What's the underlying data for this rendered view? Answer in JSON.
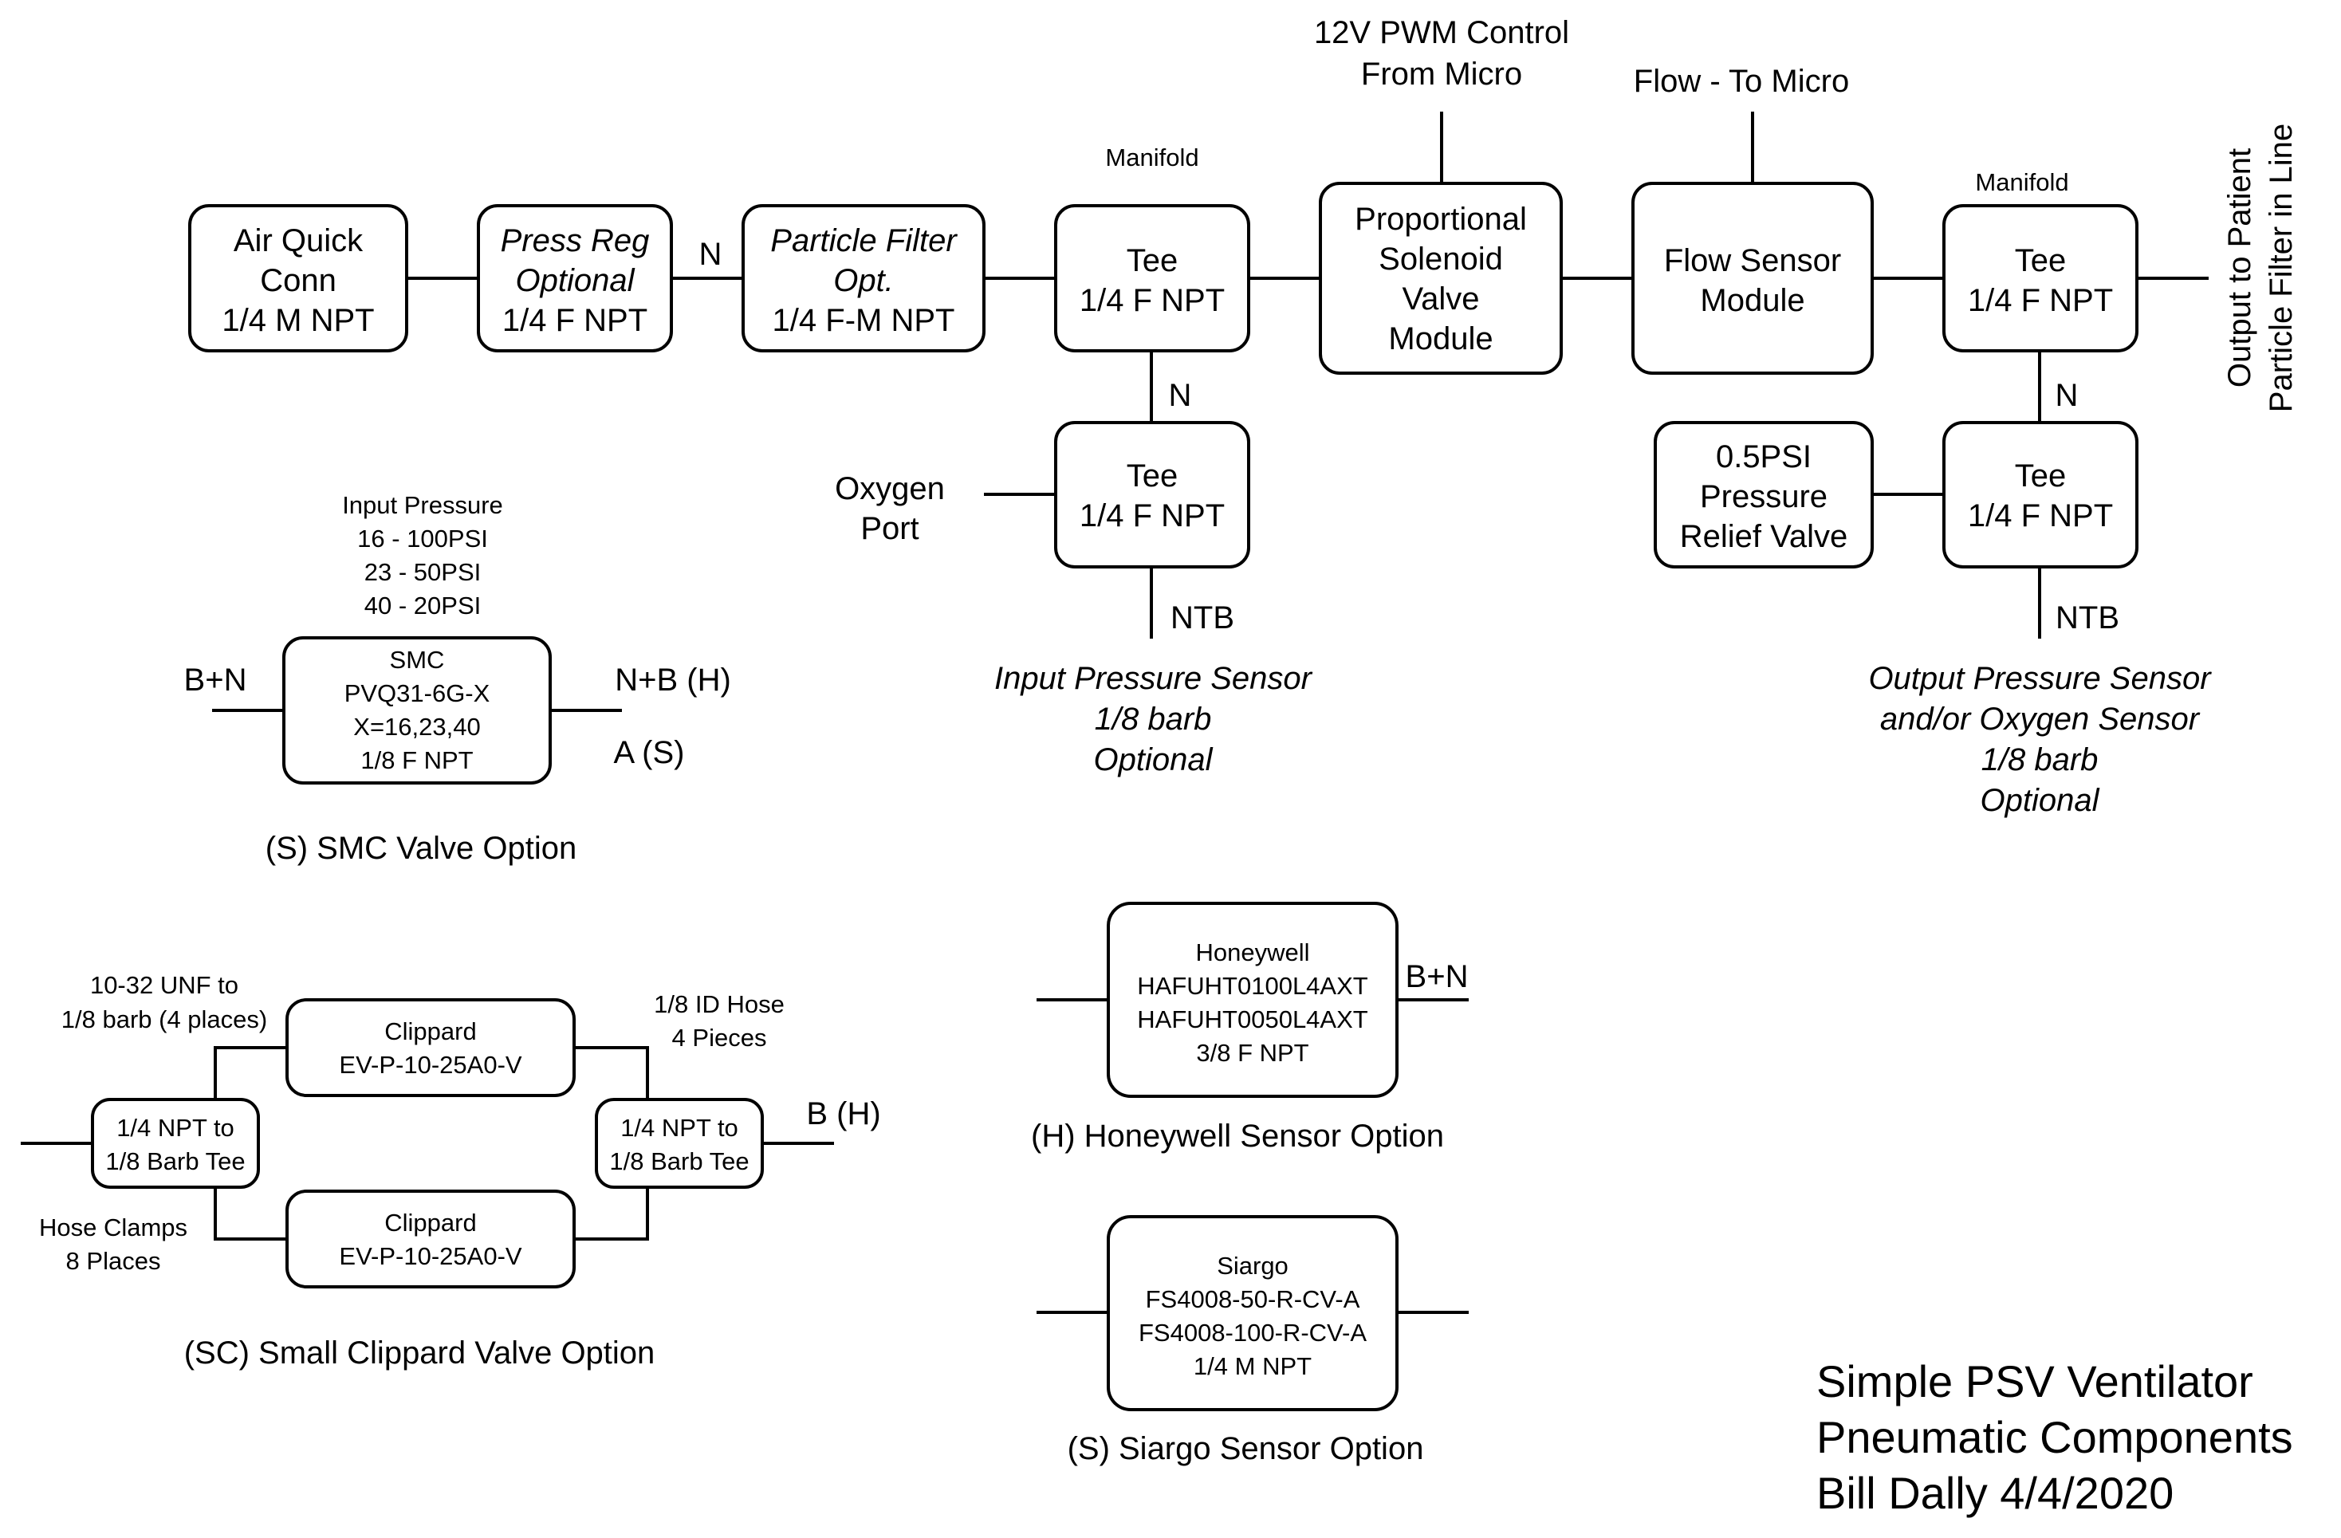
{
  "diagram": {
    "title_lines": [
      "Simple PSV Ventilator",
      "Pneumatic Components",
      "Bill Dally 4/4/2020"
    ],
    "main_line": {
      "air_quick_conn": [
        "Air Quick",
        "Conn",
        "1/4 M NPT"
      ],
      "press_reg": [
        "Press Reg",
        "Optional",
        "1/4 F NPT"
      ],
      "particle_filter": [
        "Particle Filter",
        "Opt.",
        "1/4 F-M NPT"
      ],
      "input_tee": [
        "Tee",
        "1/4 F NPT"
      ],
      "valve_module": [
        "Proportional",
        "Solenoid",
        "Valve",
        "Module"
      ],
      "flow_sensor_module": [
        "Flow Sensor",
        "Module"
      ],
      "output_tee": [
        "Tee",
        "1/4 F NPT"
      ],
      "oxygen_tee": [
        "Tee",
        "1/4 F NPT"
      ],
      "relief_valve": [
        "0.5PSI",
        "Pressure",
        "Relief Valve"
      ],
      "output_sensor_tee": [
        "Tee",
        "1/4 F NPT"
      ]
    },
    "labels": {
      "n_after_press_reg": "N",
      "manifold_left": "Manifold",
      "manifold_right": "Manifold",
      "pwm_control": [
        "12V PWM Control",
        "From Micro"
      ],
      "flow_to_micro": "Flow - To Micro",
      "output_to_patient": [
        "Output to Patient",
        "Particle Filter in Line"
      ],
      "n_left_vertical": "N",
      "n_right_vertical": "N",
      "oxygen_port": [
        "Oxygen",
        "Port"
      ],
      "ntb_left": "NTB",
      "ntb_right": "NTB",
      "input_pressure_sensor": [
        "Input Pressure Sensor",
        "1/8 barb",
        "Optional"
      ],
      "output_pressure_sensor": [
        "Output Pressure Sensor",
        "and/or Oxygen Sensor",
        "1/8 barb",
        "Optional"
      ]
    },
    "smc_option": {
      "input_pressure": [
        "Input Pressure",
        "16 - 100PSI",
        "23 - 50PSI",
        "40 - 20PSI"
      ],
      "box": [
        "SMC",
        "PVQ31-6G-X",
        "X=16,23,40",
        "1/8 F NPT"
      ],
      "left_label": "B+N",
      "right_label_1": "N+B (H)",
      "right_label_2": "A (S)",
      "caption": "(S) SMC Valve Option"
    },
    "clippard_option": {
      "unf_note": [
        "10-32 UNF to",
        "1/8 barb (4 places)"
      ],
      "hose_note": [
        "1/8 ID Hose",
        "4 Pieces"
      ],
      "clamps_note": [
        "Hose Clamps",
        "8 Places"
      ],
      "left_tee": [
        "1/4 NPT to",
        "1/8 Barb Tee"
      ],
      "right_tee": [
        "1/4 NPT to",
        "1/8 Barb Tee"
      ],
      "valve_top": [
        "Clippard",
        "EV-P-10-25A0-V"
      ],
      "valve_bottom": [
        "Clippard",
        "EV-P-10-25A0-V"
      ],
      "right_label": "B (H)",
      "caption": "(SC) Small Clippard Valve Option"
    },
    "honeywell_option": {
      "box": [
        "Honeywell",
        "HAFUHT0100L4AXT",
        "HAFUHT0050L4AXT",
        "3/8 F NPT"
      ],
      "right_label": "B+N",
      "caption": "(H) Honeywell Sensor Option"
    },
    "siargo_option": {
      "box": [
        "Siargo",
        "FS4008-50-R-CV-A",
        "FS4008-100-R-CV-A",
        "1/4 M NPT"
      ],
      "caption": "(S) Siargo Sensor Option"
    }
  }
}
